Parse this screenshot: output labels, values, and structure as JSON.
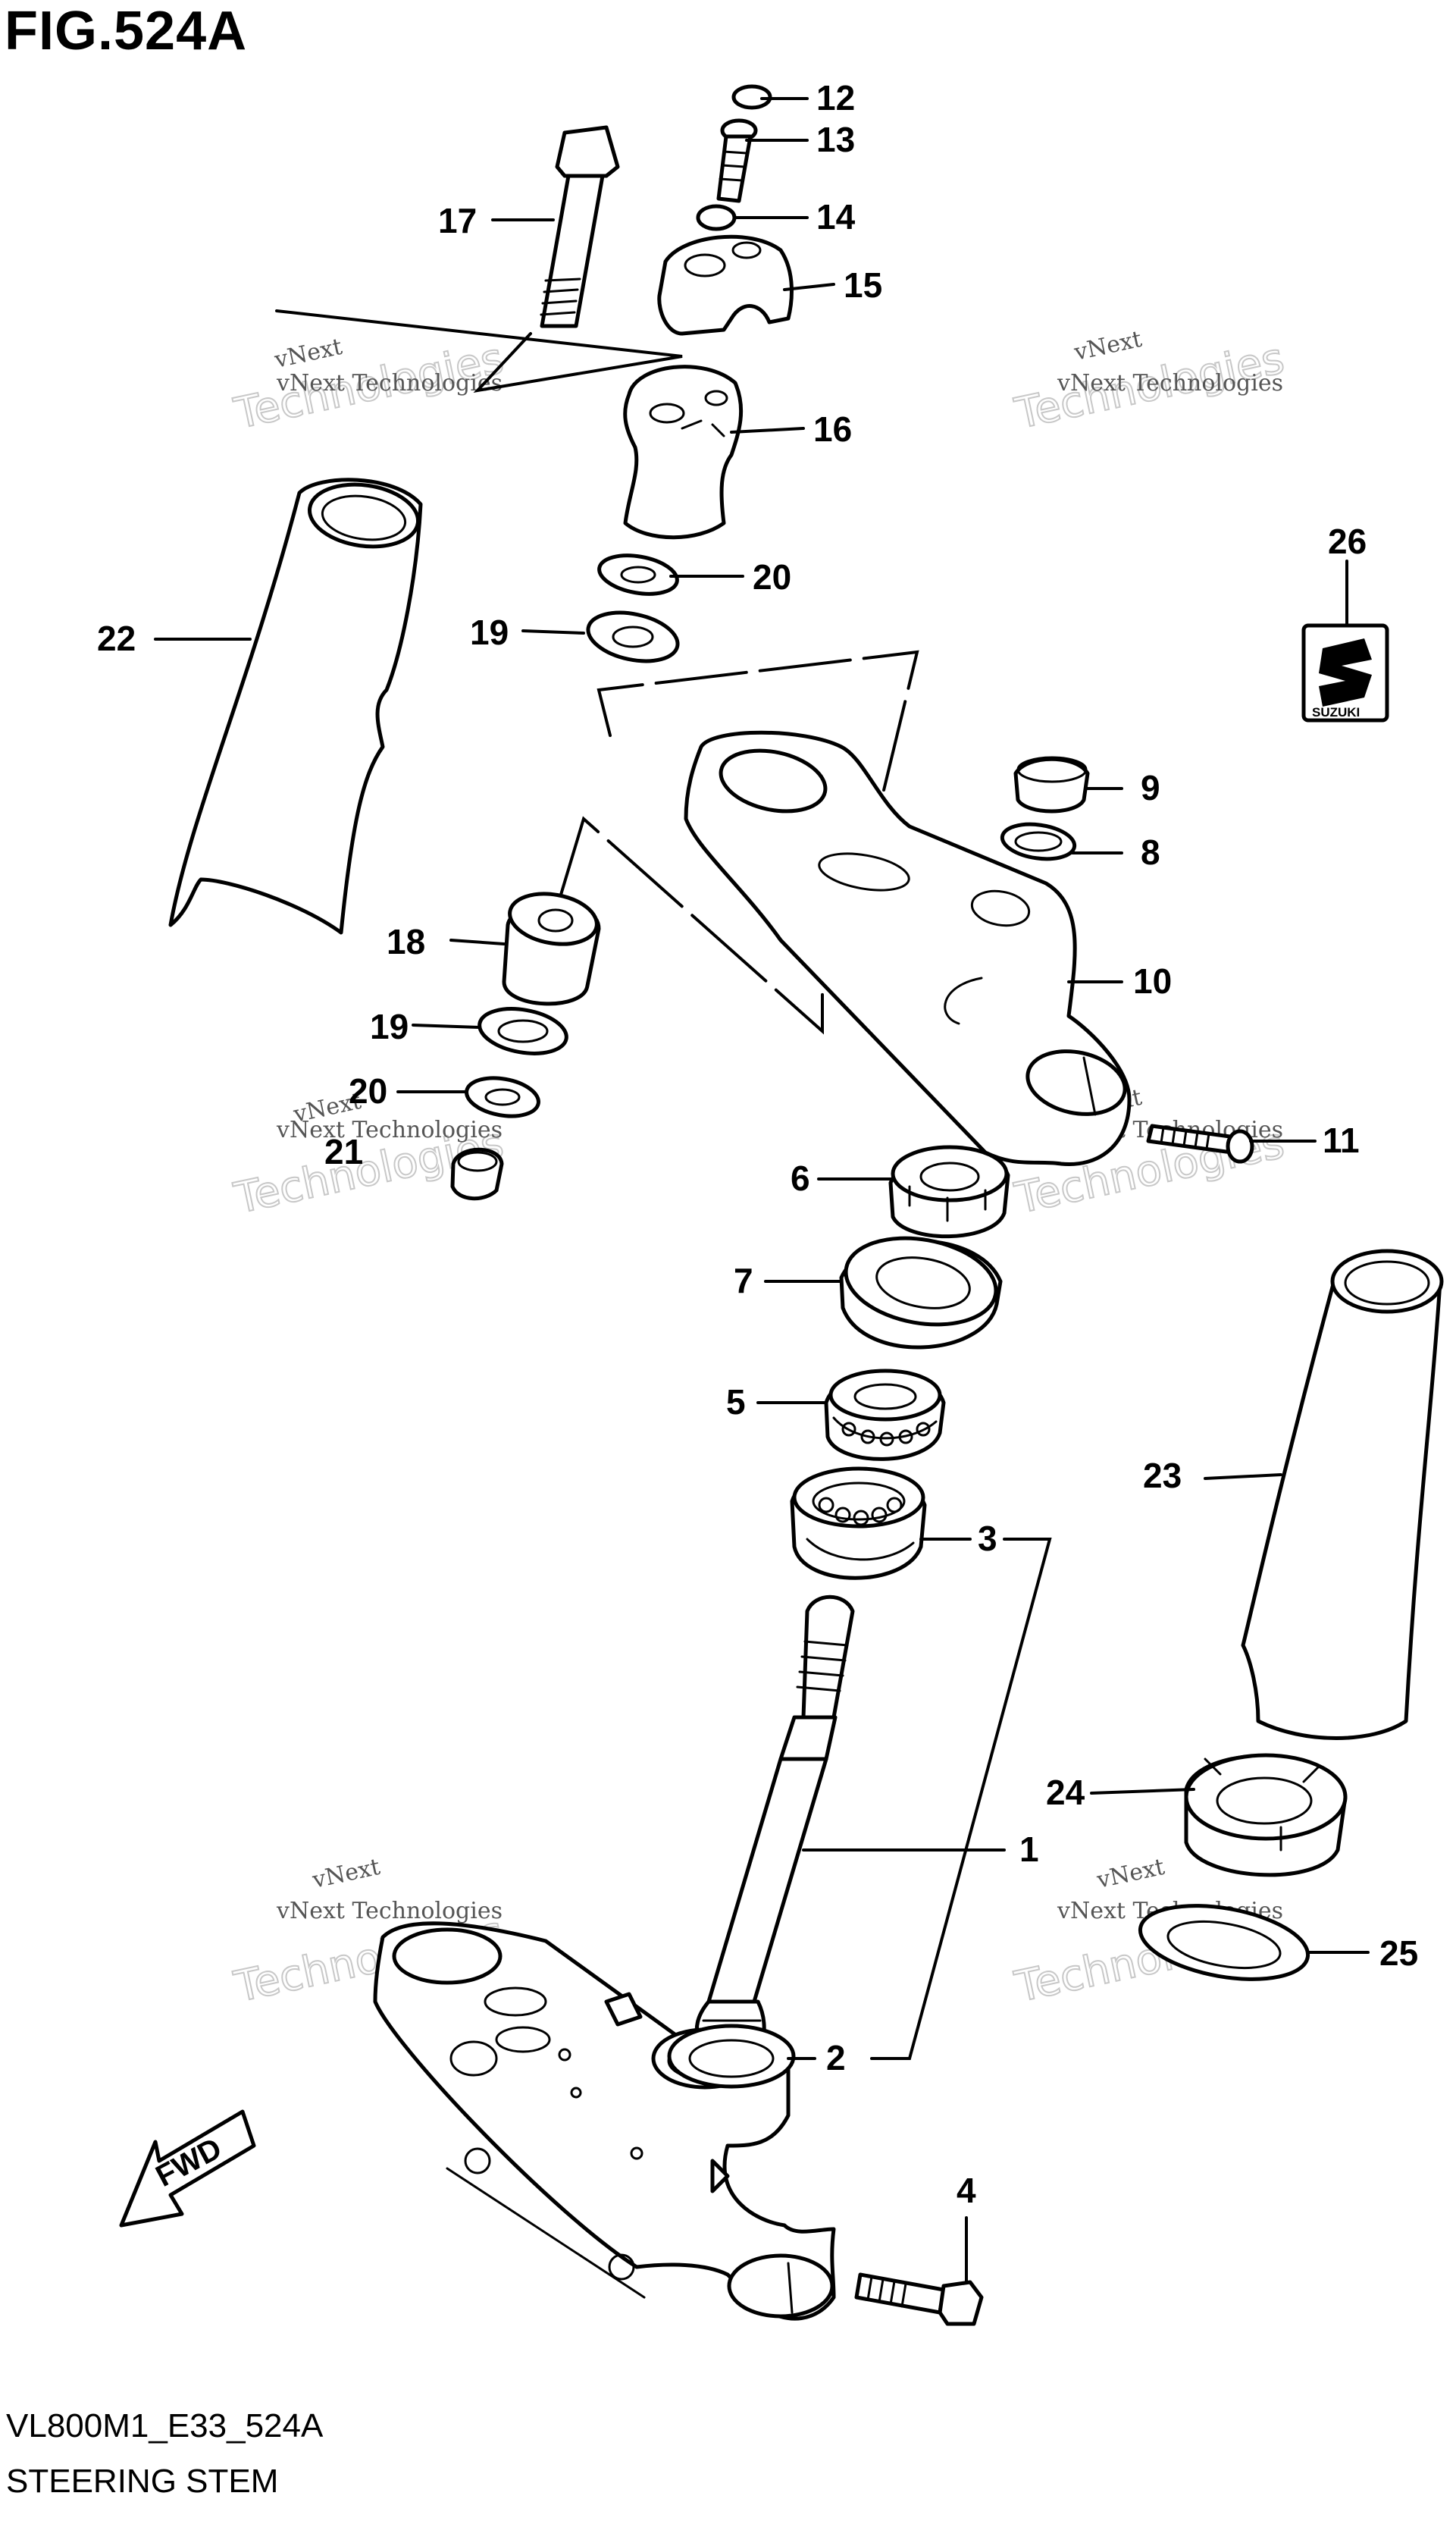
{
  "figure": {
    "title": "FIG.524A",
    "code": "VL800M1_E33_524A",
    "name": "STEERING STEM"
  },
  "callouts": [
    {
      "num": "1"
    },
    {
      "num": "2"
    },
    {
      "num": "3"
    },
    {
      "num": "4"
    },
    {
      "num": "5"
    },
    {
      "num": "6"
    },
    {
      "num": "7"
    },
    {
      "num": "8"
    },
    {
      "num": "9"
    },
    {
      "num": "10"
    },
    {
      "num": "11"
    },
    {
      "num": "12"
    },
    {
      "num": "13"
    },
    {
      "num": "14"
    },
    {
      "num": "15"
    },
    {
      "num": "16"
    },
    {
      "num": "17"
    },
    {
      "num": "18"
    },
    {
      "num": "19"
    },
    {
      "num": "19"
    },
    {
      "num": "20"
    },
    {
      "num": "20"
    },
    {
      "num": "21"
    },
    {
      "num": "22"
    },
    {
      "num": "23"
    },
    {
      "num": "24"
    },
    {
      "num": "25"
    },
    {
      "num": "26"
    }
  ],
  "watermark": {
    "line1": "vNext Technologies",
    "line2": "Technologies",
    "line3": "vNext"
  },
  "emblem": {
    "brand": "SUZUKI"
  },
  "direction_arrow": {
    "label": "FWD"
  }
}
